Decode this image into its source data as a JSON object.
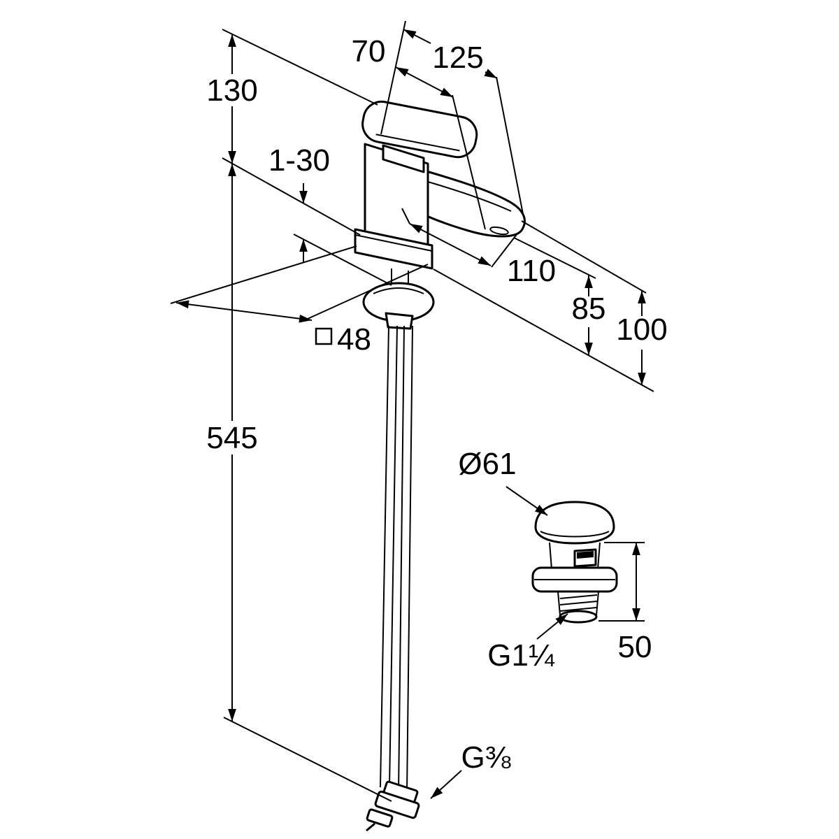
{
  "drawing": {
    "subject": "single-lever basin mixer technical dimension drawing with pop-up waste and supply hose",
    "units": "mm",
    "ink": "#000000",
    "background": "#ffffff"
  },
  "dimensions": {
    "height_to_top": "130",
    "aerator_offset": "70",
    "projection_total": "125",
    "deck_thickness": "1-30",
    "spout_projection": "110",
    "aerator_height": "85",
    "spout_height": "100",
    "base_width": "48",
    "hose_length": "545",
    "waste_diameter": "Ø61",
    "waste_height": "50",
    "waste_thread": "G1¼",
    "supply_thread": "G⅜"
  }
}
